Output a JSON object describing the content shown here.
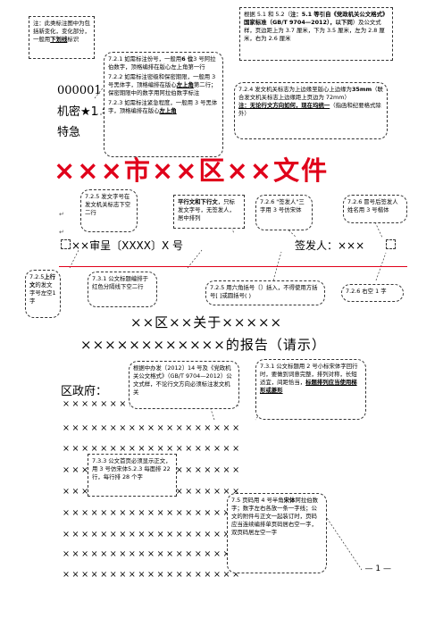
{
  "doc": {
    "code_line1": "000001",
    "code_line2": "机密★1 年",
    "code_line3": "特急",
    "masthead": "×××市××区××文件",
    "docnum": "××审呈〔XXXX〕X 号",
    "signer": "签发人：×××",
    "title_line1": "××区××关于×××××",
    "title_line2": "××××××××××××的报告（请示）",
    "addressee": "区政府：",
    "page_dash": "— 1 —",
    "para_mark": "↵"
  },
  "body_rows": [
    "×××××××××××××××××××",
    "×××××××××××××××××××",
    "×××××××××××××××××××",
    "×××××××××××××××××××",
    "×××××××××××××××××××",
    "×××××××××××××××××××",
    "×××××××××××××××××××",
    "×××××××××××××××××××",
    "×××××××××××××××××××"
  ],
  "callouts": {
    "c1": {
      "text": "注：此类标注图中为包括新变化，变化部分，一般用",
      "underline": "下划线",
      "tail": "标识"
    },
    "c2": {
      "l1": "7.2.1 如需标注份号，一般用",
      "l1b": "6 位",
      "l1c": "3 号阿拉伯数字，顶格编排在版心左上角第一行",
      "l2": "7.2.2 如需标注密级和保密期限，一般用 3 号黑体字，顶格编排在版心",
      "l2u": "左上角",
      "l2c": "第二行；保密期限中的数字用阿拉伯数字标注",
      "l3": "7.2.3 如需标注紧急程度，一般用 3 号黑体字，顶格编排在版心",
      "l3u": "左上角"
    },
    "c3": {
      "l1": "根据 5.1 和 5.2（",
      "l1b": "注：5.1 等引自《党政机关公文格式》国家标准（GB/T 9704—2012），以下同",
      "l1c": "）及公文式样，页边距上为 3.7 厘米，下为 3.5 厘米，左为 2.8 厘米，右为 2.6 厘米"
    },
    "c4": {
      "l1": "7.2.4 发文机关标志为上边缘至版心上边缘为",
      "l1b": "35mm",
      "l1c": "（联合发文机关标志上边缘距上页边为 72mm）",
      "l2u": "注：无论行文方向如何，现在均统一",
      "l2c": "（指函和纪要格式除外）"
    },
    "c5": {
      "text": "7.2.5 发文字号在发文机关标志下空二行"
    },
    "c6": {
      "b": "平行文和下行文",
      "text": "，只标发文字号，无签发人，居中排列"
    },
    "c7": {
      "text": "7.2.6 \"签发人\"三字用 3 号仿宋体"
    },
    "c8": {
      "text": "7.2.6 冒号后签发人姓名用 3 号楷体"
    },
    "c9": {
      "t1": "7.2.5",
      "b": "上行文",
      "t2": "的发文字号左空1字"
    },
    "c10": {
      "text": "7.3.1 公文标题编排于红色分隔线下空二行"
    },
    "c11": {
      "text": "7.2.5 用六角括号〔〕括入，不得使用方括号[ ]或圆括号( )"
    },
    "c12": {
      "text": "7.2.6 右空 1 字"
    },
    "c13": {
      "text": "根据中办发〔2012〕14 号及《党政机关公文格式》（GB/T 9704—2012）公文式样，不论行文方向必须标注发文机关"
    },
    "c14": {
      "text": "7.3.1 公文标题用 2 号小标宋体字回行时，要做到词意完整，排列对称，长短适宜，间距恰当，",
      "u": "标题排列应当使用梯形或菱形"
    },
    "c15": {
      "text": "7.3.3 公文首页必须显示正文，用 3 号仿宋体5.2.3 每面排 22 行，每行排 28 个字"
    },
    "c16": {
      "t1": "7.5 页码用 4 号半角",
      "b": "宋体",
      "t2": "阿拉伯数字；数字左右各放一条一字线；公文的附件与正文一起装订时，页码应当连续编排单页码居右空一字，双页码居左空一字"
    }
  },
  "colors": {
    "red": "#e0001a",
    "text": "#000000"
  }
}
